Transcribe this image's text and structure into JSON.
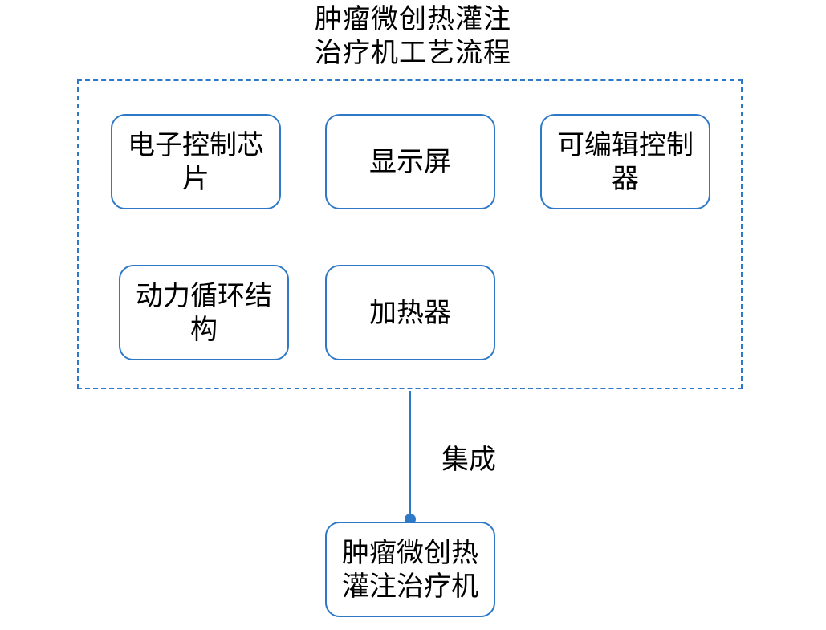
{
  "title": {
    "line1": "肿瘤微创热灌注",
    "line2": "治疗机工艺流程"
  },
  "components": [
    {
      "label": "电子控制芯片"
    },
    {
      "label": "显示屏"
    },
    {
      "label": "可编辑控制器"
    },
    {
      "label": "动力循环结构"
    },
    {
      "label": "加热器"
    }
  ],
  "connector": {
    "label": "集成"
  },
  "final_product": {
    "label": "肿瘤微创热灌注治疗机"
  },
  "colors": {
    "accent": "#2e79c7",
    "text": "#000000",
    "background": "#ffffff"
  }
}
